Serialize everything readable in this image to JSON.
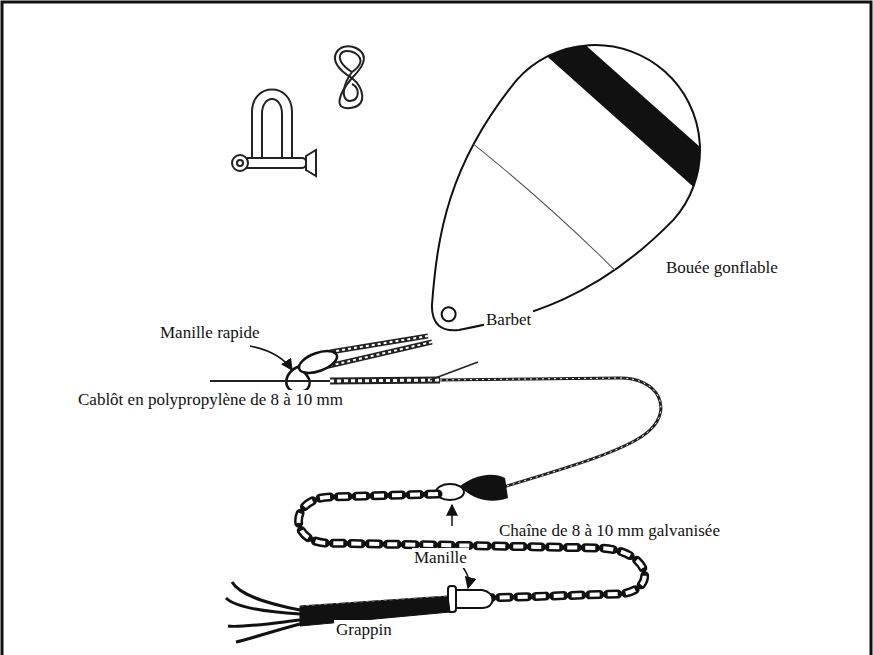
{
  "diagram": {
    "labels": [
      "Bouée gonflable",
      "Manille rapide",
      "Barbet",
      "Cablôt en polypropylène de 8 à 10 mm",
      "Chaîne de 8 à 10 mm galvanisée",
      "Manille",
      "Grappin"
    ]
  }
}
